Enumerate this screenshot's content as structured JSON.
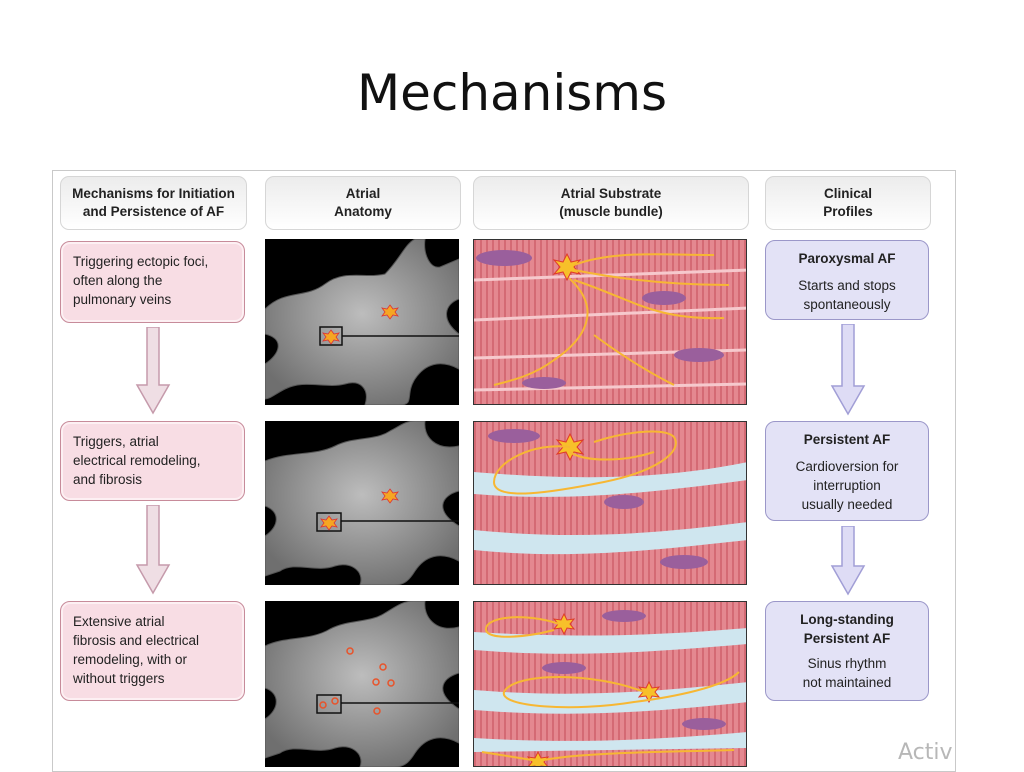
{
  "title": "Mechanisms",
  "columns": {
    "mechanisms": [
      "Mechanisms for Initiation",
      "and Persistence of AF"
    ],
    "anatomy": [
      "Atrial",
      "Anatomy"
    ],
    "substrate": [
      "Atrial Substrate",
      "(muscle bundle)"
    ],
    "clinical": [
      "Clinical",
      "Profiles"
    ]
  },
  "stages": [
    {
      "mechanism": [
        "Triggering ectopic foci,",
        "often along the",
        "pulmonary veins"
      ],
      "clinical_title": [
        "Paroxysmal AF"
      ],
      "clinical_desc": [
        "Starts and stops",
        "spontaneously"
      ]
    },
    {
      "mechanism": [
        "Triggers, atrial",
        "electrical remodeling,",
        "and fibrosis"
      ],
      "clinical_title": [
        "Persistent AF"
      ],
      "clinical_desc": [
        "Cardioversion for",
        "interruption",
        "usually needed"
      ]
    },
    {
      "mechanism": [
        "Extensive atrial",
        "fibrosis and electrical",
        "remodeling, with or",
        "without triggers"
      ],
      "clinical_title": [
        "Long-standing",
        "Persistent AF"
      ],
      "clinical_desc": [
        "Sinus rhythm",
        "not maintained"
      ]
    }
  ],
  "watermark": "Activ",
  "colors": {
    "mechanism_fill": "#f8dde4",
    "clinical_fill": "#e3e2f6",
    "muscle": "#e07b84",
    "focus": "#f5a623",
    "arrow_mech": "#d6b4c0",
    "arrow_clin": "#b9b6e6"
  }
}
